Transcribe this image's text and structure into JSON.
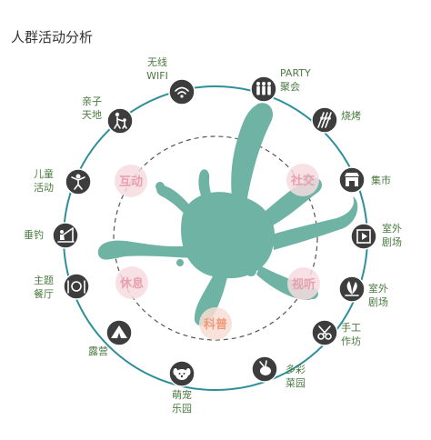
{
  "title": "人群活动分析",
  "colors": {
    "ring": "#2e8f9a",
    "blob": "#6fb3a4",
    "icon_bg": "#3d3d3d",
    "label_green": "#4a7a3f",
    "cat_pink_bg": "#f6dce0",
    "cat_pink_text": "#e7a0ad",
    "cat_peach_bg": "#f8ddd2",
    "cat_peach_text": "#f09a7c"
  },
  "categories": [
    {
      "key": "hudong",
      "text": "互动"
    },
    {
      "key": "shejiao",
      "text": "社交"
    },
    {
      "key": "xiuxi",
      "text": "休息"
    },
    {
      "key": "shiting",
      "text": "视听"
    },
    {
      "key": "kepu",
      "text": "科普"
    }
  ],
  "activities": [
    {
      "key": "party",
      "lines": [
        "PARTY",
        "聚会"
      ],
      "icon": "people-icon"
    },
    {
      "key": "bbq",
      "lines": [
        "烧烤"
      ],
      "icon": "skewer-icon"
    },
    {
      "key": "market",
      "lines": [
        "集市"
      ],
      "icon": "market-stall-icon"
    },
    {
      "key": "theater1",
      "lines": [
        "室外",
        "剧场"
      ],
      "icon": "film-icon"
    },
    {
      "key": "theater2",
      "lines": [
        "室外",
        "剧场"
      ],
      "icon": "plant-icon"
    },
    {
      "key": "workshop",
      "lines": [
        "手工",
        "作坊"
      ],
      "icon": "scissors-icon"
    },
    {
      "key": "garden",
      "lines": [
        "多彩",
        "菜园"
      ],
      "icon": "vegetable-icon"
    },
    {
      "key": "pets",
      "lines": [
        "萌宠",
        "乐园"
      ],
      "icon": "dog-icon"
    },
    {
      "key": "camping",
      "lines": [
        "露营"
      ],
      "icon": "tent-icon"
    },
    {
      "key": "restaurant",
      "lines": [
        "主题",
        "餐厅"
      ],
      "icon": "dining-icon"
    },
    {
      "key": "fishing",
      "lines": [
        "垂钓"
      ],
      "icon": "fishing-icon"
    },
    {
      "key": "children",
      "lines": [
        "儿童",
        "活动"
      ],
      "icon": "child-icon"
    },
    {
      "key": "family",
      "lines": [
        "亲子",
        "天地"
      ],
      "icon": "parent-child-icon"
    },
    {
      "key": "wifi",
      "lines": [
        "无线",
        "WIFI"
      ],
      "icon": "wifi-icon"
    }
  ]
}
